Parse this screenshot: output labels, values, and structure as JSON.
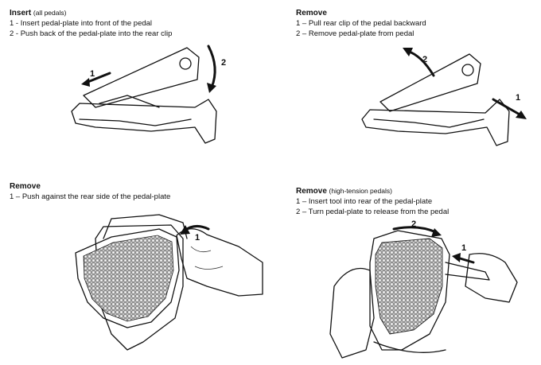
{
  "panels": [
    {
      "title": "Insert",
      "subtitle": "(all pedals)",
      "steps": [
        "1 - Insert pedal-plate into front of the pedal",
        "2 - Push back of the pedal-plate into the rear clip"
      ],
      "markers": [
        "1",
        "2"
      ]
    },
    {
      "title": "Remove",
      "subtitle": "",
      "steps": [
        "1 – Pull rear clip of the pedal backward",
        "2 – Remove pedal-plate from pedal"
      ],
      "markers": [
        "1",
        "2"
      ]
    },
    {
      "title": "Remove",
      "subtitle": "",
      "steps": [
        "1 – Push against the rear side of the pedal-plate"
      ],
      "markers": [
        "1"
      ]
    },
    {
      "title": "Remove",
      "subtitle": "(high-tension pedals)",
      "steps": [
        "1 – Insert tool into rear of the pedal-plate",
        "2 – Turn pedal-plate to release from the pedal"
      ],
      "markers": [
        "1",
        "2"
      ]
    }
  ]
}
